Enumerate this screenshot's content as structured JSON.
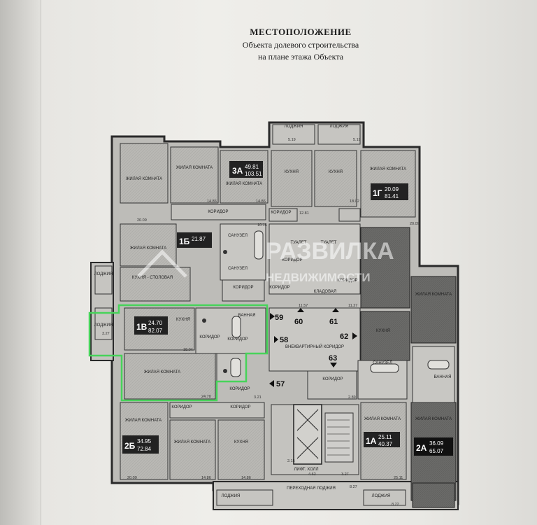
{
  "document": {
    "title": "МЕСТОПОЛОЖЕНИЕ",
    "subtitle_line1": "Объекта долевого строительства",
    "subtitle_line2": "на плане этажа Объекта"
  },
  "watermark": {
    "line1": "РАЗВИЛКА",
    "line2": "НЕДВИЖИМОСТИ"
  },
  "room_labels": {
    "living": "ЖИЛАЯ КОМНАТА",
    "kitchen": "КУХНЯ",
    "kitchen_dining": "КУХНЯ - СТОЛОВАЯ",
    "corridor": "КОРИДОР",
    "bathroom": "ВАННАЯ",
    "wc": "САНУЗЕЛ",
    "toilet": "ТУАЛЕТ",
    "loggia": "ЛОДЖИЯ",
    "storage": "КЛАДОВАЯ",
    "hall_corridor": "ВНЕКВАРТИРНЫЙ КОРИДОР",
    "lift_hall": "ЛИФТ. ХОЛЛ",
    "transition_loggia": "ПЕРЕХОДНАЯ ЛОДЖИЯ"
  },
  "apartments": [
    {
      "code": "3А",
      "area_living": "49.81",
      "area_total": "103.51"
    },
    {
      "code": "1Г",
      "area_living": "20.09",
      "area_total": "81.41"
    },
    {
      "code": "1Б",
      "area_living": "21.87",
      "area_total": ""
    },
    {
      "code": "1В",
      "area_living": "24.70",
      "area_total": "82.07"
    },
    {
      "code": "2Б",
      "area_living": "34.95",
      "area_total": "72.84"
    },
    {
      "code": "1А",
      "area_living": "25.11",
      "area_total": "40.37"
    },
    {
      "code": "2А",
      "area_living": "36.09",
      "area_total": "65.07"
    }
  ],
  "unit_numbers": [
    "57",
    "58",
    "59",
    "60",
    "61",
    "62",
    "63"
  ],
  "dimensions": [
    "20.09",
    "14.86",
    "14.86",
    "20.09",
    "18.02",
    "12.81",
    "10.15",
    "18.04",
    "24.70",
    "20.09",
    "14.86",
    "14.86",
    "11.57",
    "11.27",
    "5.19",
    "5.19",
    "3.27",
    "3.21",
    "2.89",
    "2.15",
    "4.62",
    "8.27",
    "8.22",
    "3.27",
    "25.11"
  ],
  "highlight": {
    "apartment": "1В",
    "color": "#47d35a"
  }
}
